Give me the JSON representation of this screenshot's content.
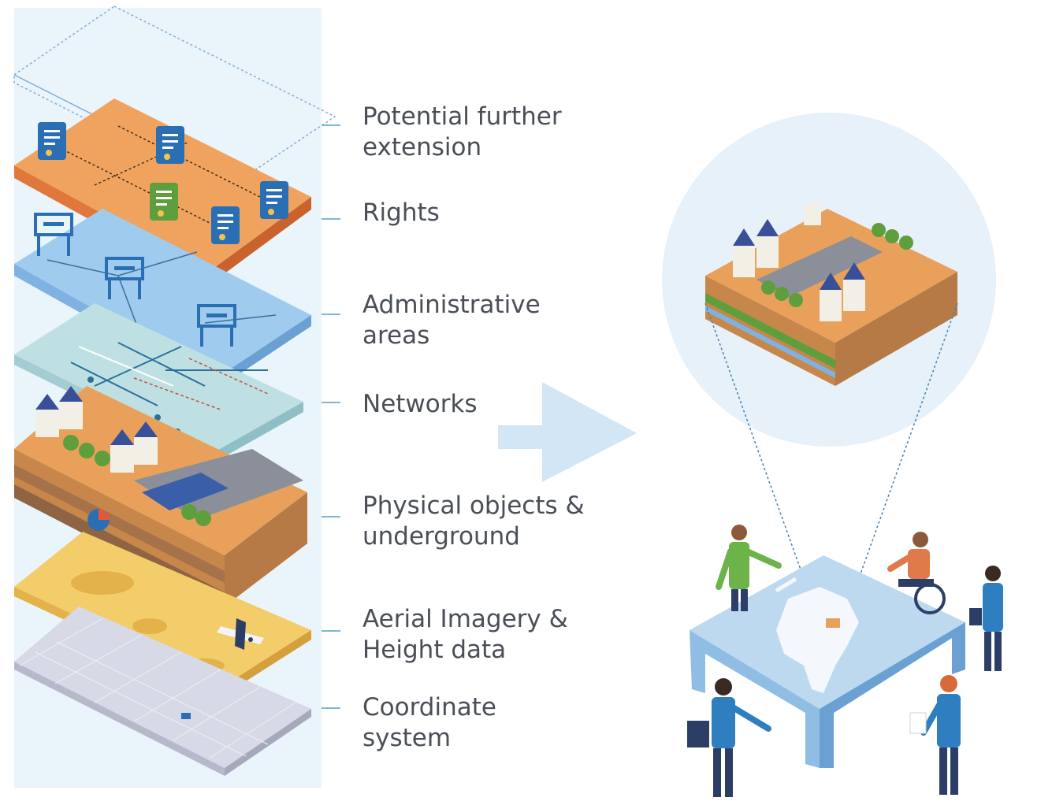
{
  "layers": [
    {
      "id": "extension",
      "lines": [
        "Potential further",
        "extension"
      ]
    },
    {
      "id": "rights",
      "lines": [
        "Rights"
      ]
    },
    {
      "id": "administrative",
      "lines": [
        "Administrative",
        "areas"
      ]
    },
    {
      "id": "networks",
      "lines": [
        "Networks"
      ]
    },
    {
      "id": "physical",
      "lines": [
        "Physical objects &",
        "underground"
      ]
    },
    {
      "id": "aerial",
      "lines": [
        "Aerial Imagery &",
        "Height data"
      ]
    },
    {
      "id": "coordinate",
      "lines": [
        "Coordinate",
        "system"
      ]
    }
  ],
  "colors": {
    "column": "#eaf4fb",
    "rights": "#f0a35e",
    "administrative": "#9fcbef",
    "networks": "#bfe0e3",
    "physical_ground": "#e9a05a",
    "aerial": "#f3cd6a",
    "grid": "#d7d9e6",
    "arrow": "#d2e6f5",
    "circle": "#e6f1fa",
    "table_top": "#bcd9f0",
    "figure_blue": "#2f7fc0",
    "figure_green": "#6cb34a"
  },
  "icons": [
    "document-key-icon",
    "signpost-icon",
    "house-icon",
    "tree-icon",
    "airplane-icon",
    "person-icon",
    "wheelchair-icon",
    "netherlands-map-icon"
  ]
}
